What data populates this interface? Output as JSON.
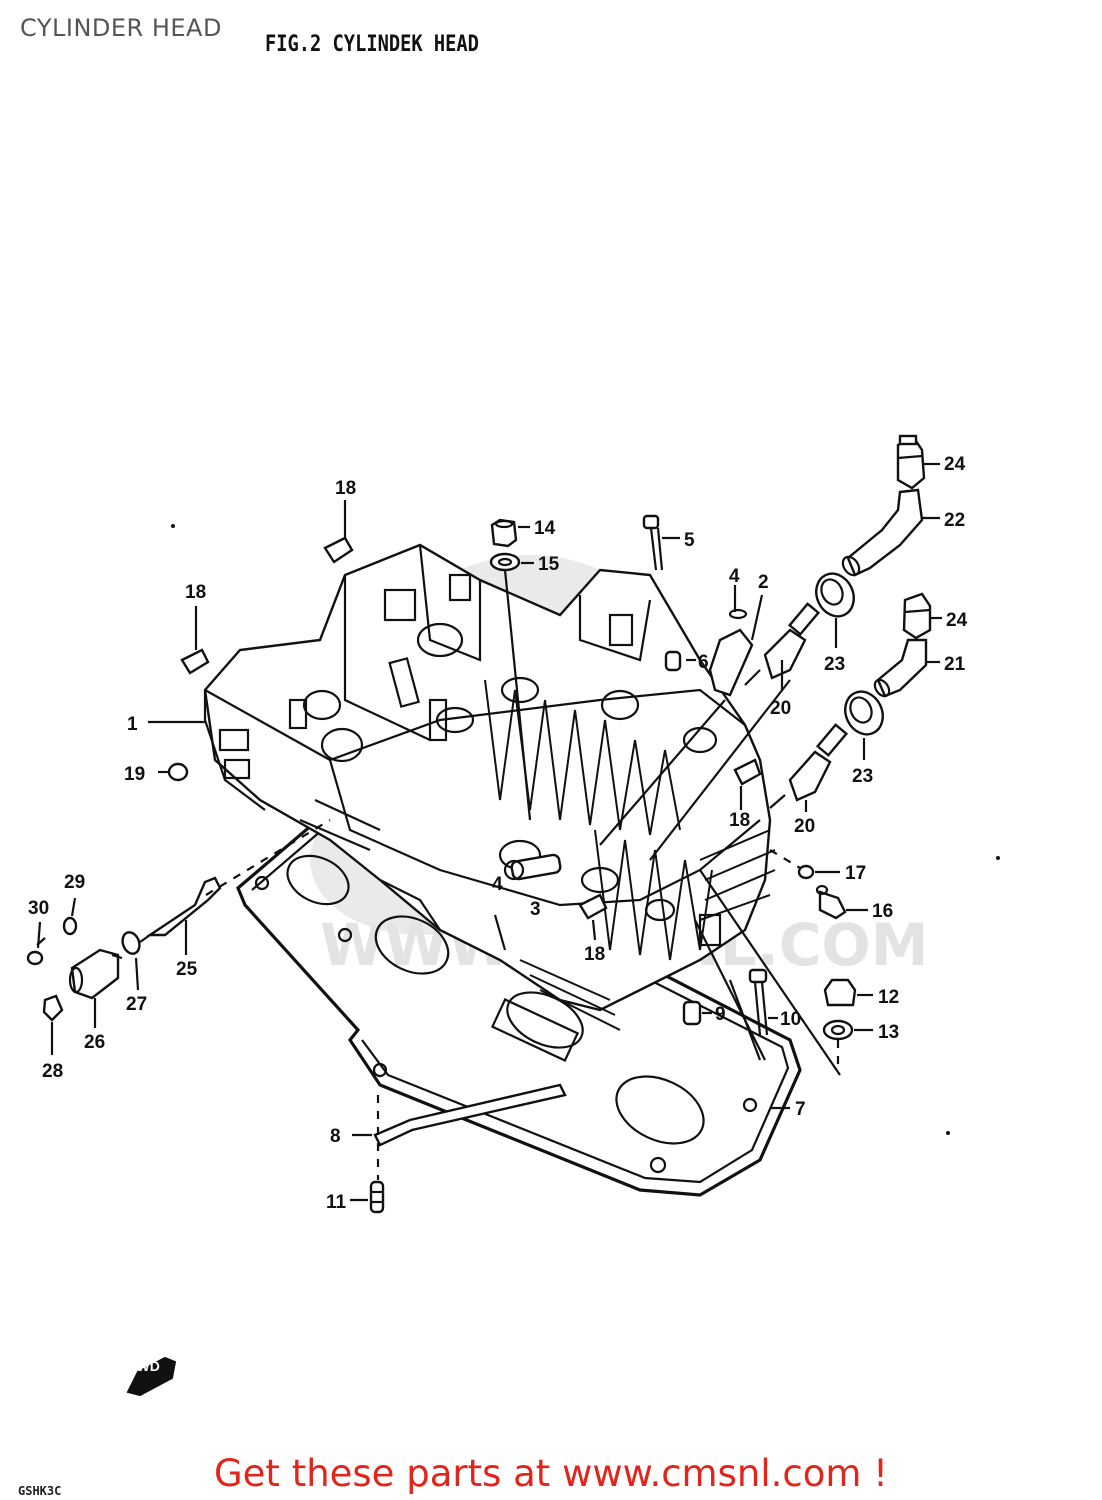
{
  "page": {
    "title": "CYLINDER HEAD",
    "fig_title": "FIG.2  CYLINDEK HEAD",
    "footer_link": "Get these parts at www.cmsnl.com !",
    "fwd_label": "FWD",
    "bottom_code": "GSHK3C"
  },
  "watermark_text": "WWW.CMSNL.COM",
  "callouts": [
    {
      "id": "c24a",
      "label": "24"
    },
    {
      "id": "c22",
      "label": "22"
    },
    {
      "id": "c24b",
      "label": "24"
    },
    {
      "id": "c21",
      "label": "21"
    },
    {
      "id": "c14",
      "label": "14"
    },
    {
      "id": "c15",
      "label": "15"
    },
    {
      "id": "c5",
      "label": "5"
    },
    {
      "id": "c4",
      "label": "4"
    },
    {
      "id": "c2",
      "label": "2"
    },
    {
      "id": "c6",
      "label": "6"
    },
    {
      "id": "c20a",
      "label": "20"
    },
    {
      "id": "c23a",
      "label": "23"
    },
    {
      "id": "c23b",
      "label": "23"
    },
    {
      "id": "c20b",
      "label": "20"
    },
    {
      "id": "c18a",
      "label": "18"
    },
    {
      "id": "c18b",
      "label": "18"
    },
    {
      "id": "c18c",
      "label": "18"
    },
    {
      "id": "c18d",
      "label": "18"
    },
    {
      "id": "c1",
      "label": "1"
    },
    {
      "id": "c19",
      "label": "19"
    },
    {
      "id": "c3",
      "label": "3"
    },
    {
      "id": "c4b",
      "label": "4"
    },
    {
      "id": "c17",
      "label": "17"
    },
    {
      "id": "c16",
      "label": "16"
    },
    {
      "id": "c29",
      "label": "29"
    },
    {
      "id": "c30",
      "label": "30"
    },
    {
      "id": "c25",
      "label": "25"
    },
    {
      "id": "c27",
      "label": "27"
    },
    {
      "id": "c26",
      "label": "26"
    },
    {
      "id": "c28",
      "label": "28"
    },
    {
      "id": "c12",
      "label": "12"
    },
    {
      "id": "c13",
      "label": "13"
    },
    {
      "id": "c9",
      "label": "9"
    },
    {
      "id": "c10",
      "label": "10"
    },
    {
      "id": "c7",
      "label": "7"
    },
    {
      "id": "c8",
      "label": "8"
    },
    {
      "id": "c11",
      "label": "11"
    }
  ]
}
